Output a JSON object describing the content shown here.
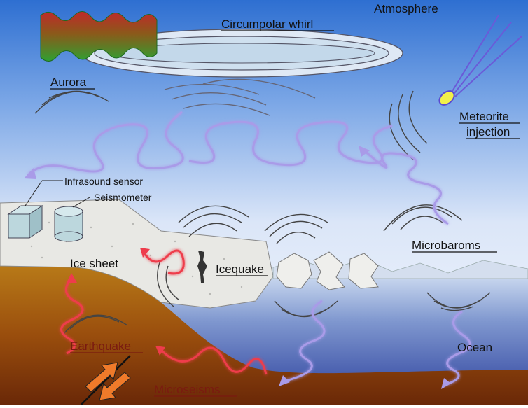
{
  "labels": {
    "atmosphere": "Atmosphere",
    "circumpolar_whirl": "Circumpolar whirl",
    "aurora": "Aurora",
    "meteorite_line1": "Meteorite",
    "meteorite_line2": "injection",
    "infrasound_sensor": "Infrasound sensor",
    "seismometer": "Seismometer",
    "microbaroms": "Microbaroms",
    "ice_sheet": "Ice sheet",
    "icequake": "Icequake",
    "earthquake": "Earthquake",
    "ocean": "Ocean",
    "microseisms": "Microseisms"
  },
  "colors": {
    "sky_top": "#2e6fd1",
    "sky_bottom": "#f2f6fd",
    "ice": "#e9e9e6",
    "ocean_top": "#c6d6ee",
    "ocean_bottom": "#2a3e9a",
    "earth_top": "#b77514",
    "earth_bottom": "#6a2a08",
    "purple_wave": "#a99be8",
    "red_wave": "#ee3c4c"
  }
}
